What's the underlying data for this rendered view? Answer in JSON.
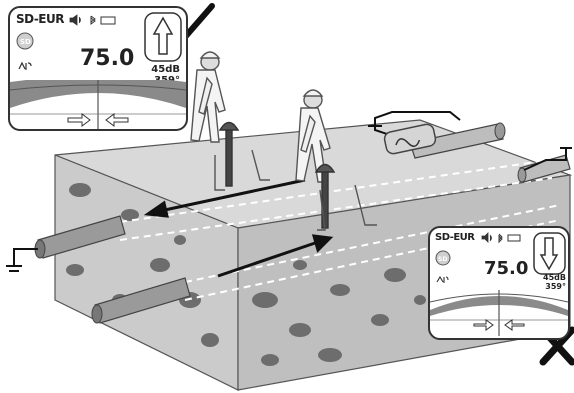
{
  "good_locator": {
    "model": "SD-EUR",
    "reading": "75.0",
    "gain": "45dB",
    "angle": "359°"
  },
  "bad_locator": {
    "model": "SD-EUR",
    "reading": "75.0",
    "gain": "45dB",
    "angle": "359°"
  },
  "colors": {
    "pit": "#6d6d6d",
    "top_face": "#d9d9d9",
    "front_face": "#c8c8c8",
    "side_face": "#bdbdbd",
    "pipe": "#9a9a9a",
    "check": "#111111",
    "cross": "#111111"
  }
}
